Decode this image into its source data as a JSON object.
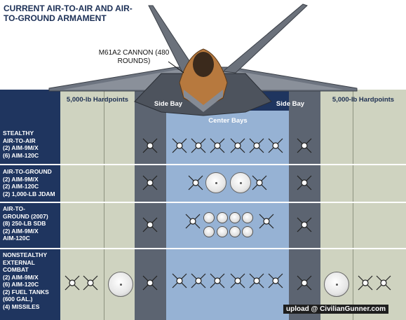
{
  "title": "CURRENT AIR-TO-AIR AND AIR-TO-GROUND ARMAMENT",
  "cannon_label": "M61A2 CANNON (480 ROUNDS)",
  "bays": {
    "hardpoints_left": "5,000-lb Hardpoints",
    "side_bay_left": "Side Bay",
    "center_bays": "Center Bays",
    "side_bay_right": "Side Bay",
    "hardpoints_right": "5,000-lb Hardpoints"
  },
  "rows": [
    {
      "label_lines": [
        "STEALTHY",
        "AIR-TO-AIR",
        "(2) AIM-9M/X",
        "(6) AIM-120C"
      ]
    },
    {
      "label_lines": [
        "AIR-TO-GROUND",
        "(2) AIM-9M/X",
        "(2) AIM-120C",
        "(2) 1,000-LB JDAM"
      ]
    },
    {
      "label_lines": [
        "AIR-TO-",
        "GROUND (2007)",
        "(8) 250-LB SDB",
        "(2) AIM-9M/X",
        "AIM-120C"
      ]
    },
    {
      "label_lines": [
        "NONSTEALTHY",
        "EXTERNAL",
        "COMBAT",
        "(2) AIM-9M/X",
        "(6) AIM-120C",
        "(2) FUEL TANKS",
        "(600 GAL.)",
        "(4) MISSILES"
      ]
    }
  ],
  "watermark": "upload @ CivilianGunner.com",
  "colors": {
    "navy": "#1f355f",
    "hardpoint_green": "#cfd3c0",
    "side_bay": "#5c6471",
    "center_bay": "#96b2d4"
  }
}
